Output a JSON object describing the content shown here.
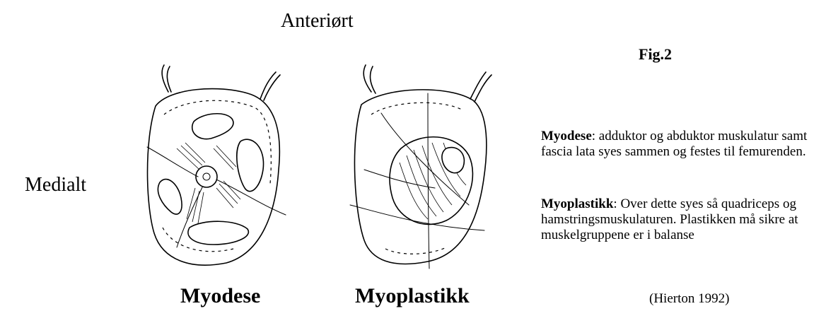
{
  "labels": {
    "anterior": "Anteriørt",
    "medial": "Medialt"
  },
  "figure": {
    "title": "Fig.2",
    "source": "(Hierton 1992)"
  },
  "illustrations": [
    {
      "caption": "Myodese"
    },
    {
      "caption": "Myoplastikk"
    }
  ],
  "descriptions": [
    {
      "term": "Myodese",
      "text": ": adduktor og abduktor muskulatur samt fascia lata syes sammen og festes til femurenden."
    },
    {
      "term": "Myoplastikk",
      "text": ": Over dette syes så quadriceps og hamstringsmuskulaturen.   Plastikken må sikre at muskelgruppene er i balanse"
    }
  ]
}
